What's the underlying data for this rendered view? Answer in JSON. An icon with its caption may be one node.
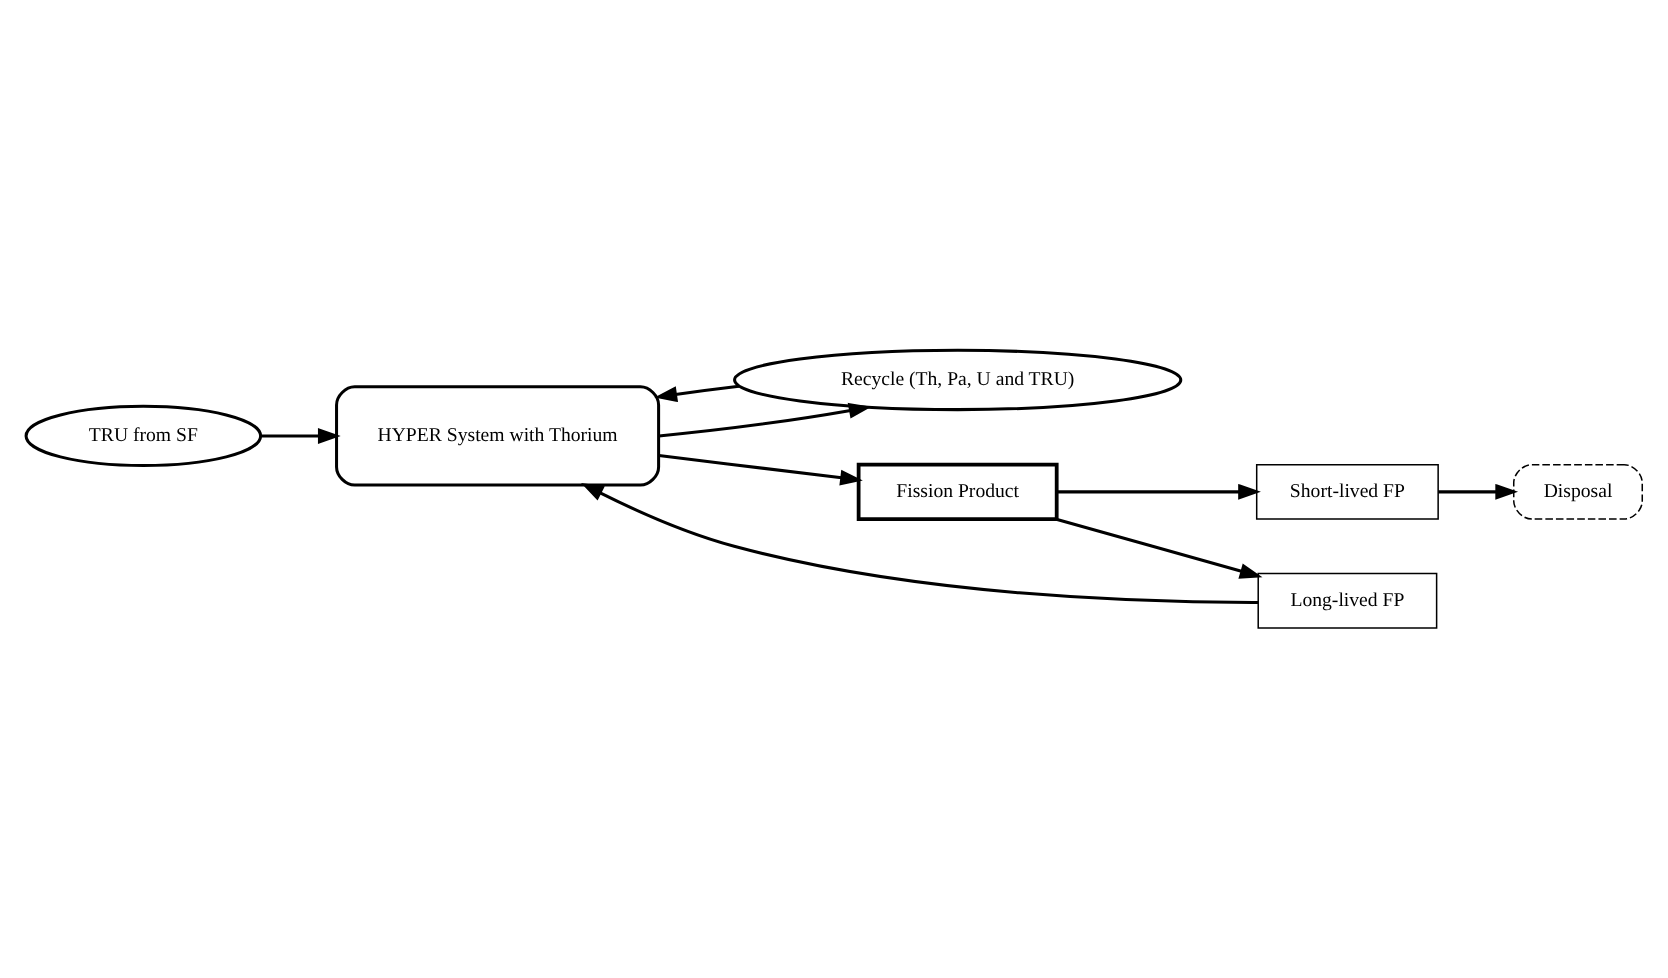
{
  "diagram": {
    "nodes": [
      {
        "text": [
          "TRU from SF"
        ]
      },
      {
        "text": [
          "Recycle (Th, Pa, U and TRU)"
        ]
      },
      {
        "text": [
          "HYPER System with Thorium"
        ]
      },
      {
        "text": [
          "Fission Product"
        ]
      },
      {
        "text": [
          "Short-lived FP"
        ]
      },
      {
        "text": [
          "Long-lived FP"
        ]
      },
      {
        "text": [
          "Disposal"
        ]
      }
    ],
    "edges": [
      {
        "from": 0,
        "to": 2,
        "arrow": "to"
      },
      {
        "from": 1,
        "to": 2,
        "arrow": "to"
      },
      {
        "from": 2,
        "to": 1,
        "arrow": "to"
      },
      {
        "from": 2,
        "to": 3,
        "arrow": "to"
      },
      {
        "from": 3,
        "to": 4,
        "arrow": "to"
      },
      {
        "from": 3,
        "to": 5,
        "arrow": "to"
      },
      {
        "from": 4,
        "to": 6,
        "arrow": "to"
      },
      {
        "from": 5,
        "to": 2,
        "arrow": "to"
      }
    ]
  }
}
